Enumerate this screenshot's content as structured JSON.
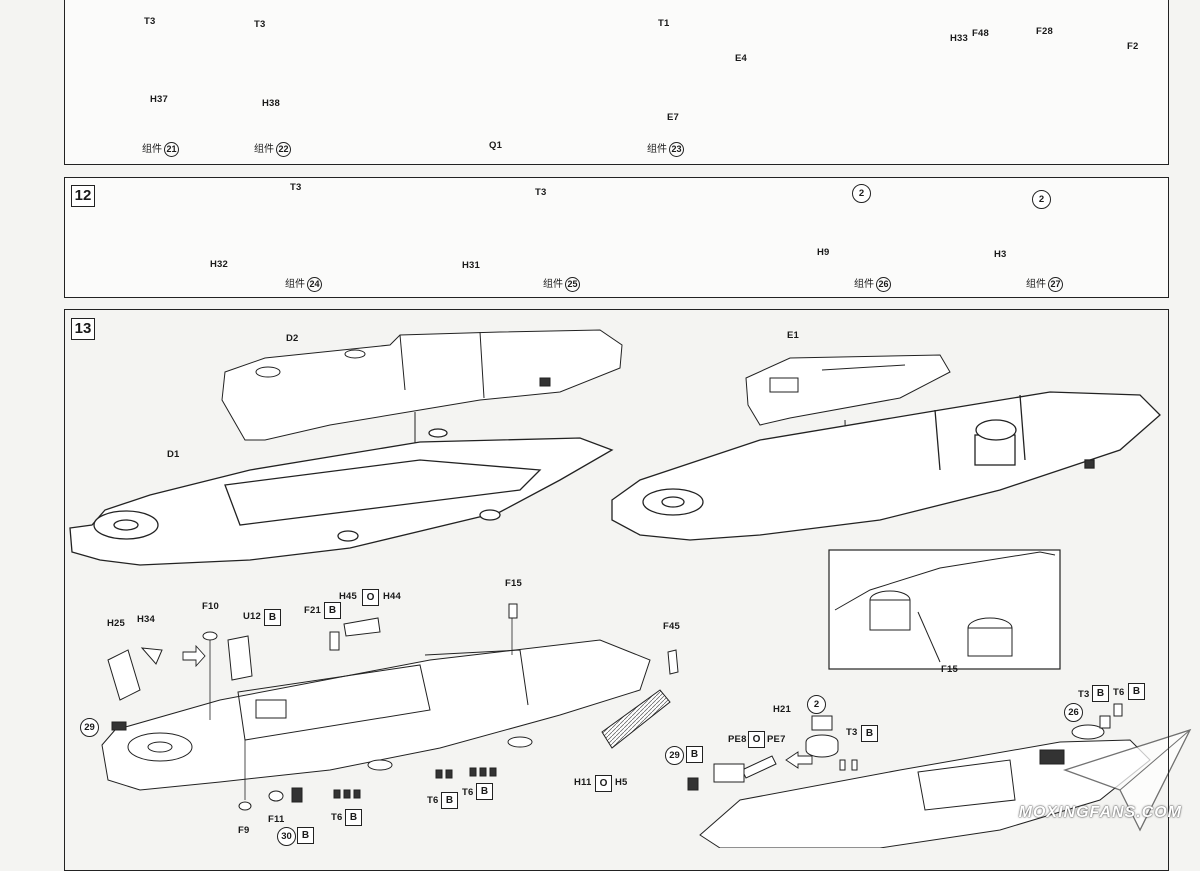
{
  "panel_top": {
    "labels": {
      "t3a": "T3",
      "h37": "H37",
      "t3b": "T3",
      "h38": "H38",
      "q1": "Q1",
      "t1": "T1",
      "e7": "E7",
      "e4": "E4",
      "h33": "H33",
      "f48": "F48",
      "f28": "F28",
      "f2": "F2"
    },
    "captions": [
      {
        "text": "组件",
        "num": "21"
      },
      {
        "text": "组件",
        "num": "22"
      },
      {
        "text": "组件",
        "num": "23"
      }
    ]
  },
  "step12": {
    "number": "12",
    "labels": {
      "t3a": "T3",
      "h32": "H32",
      "t3b": "T3",
      "h31": "H31",
      "h9": "H9",
      "h3": "H3",
      "qty_a": "2",
      "qty_b": "2"
    },
    "captions": [
      {
        "text": "组件",
        "num": "24"
      },
      {
        "text": "组件",
        "num": "25"
      },
      {
        "text": "组件",
        "num": "26"
      },
      {
        "text": "组件",
        "num": "27"
      }
    ]
  },
  "step13": {
    "number": "13",
    "labels": {
      "d2": "D2",
      "d1": "D1",
      "e1": "E1",
      "f15_inset": "F15",
      "h25": "H25",
      "h34": "H34",
      "f10": "F10",
      "u12": "U12",
      "f21": "F21",
      "h45": "H45",
      "h44": "H44",
      "f15": "F15",
      "f45": "F45",
      "h11": "H11",
      "h5": "H5",
      "f9": "F9",
      "f11": "F11",
      "t6a": "T6",
      "t6b": "T6",
      "t6c": "T6",
      "h21": "H21",
      "pe8": "PE8",
      "pe7": "PE7",
      "t3": "T3",
      "t3r": "T3",
      "t6r": "T6"
    },
    "boxes": {
      "b": "B",
      "o": "O"
    },
    "circled": {
      "c29": "29",
      "c30": "30",
      "c2": "2",
      "c26": "26"
    }
  },
  "watermark": "MOXINGFANS.COM"
}
